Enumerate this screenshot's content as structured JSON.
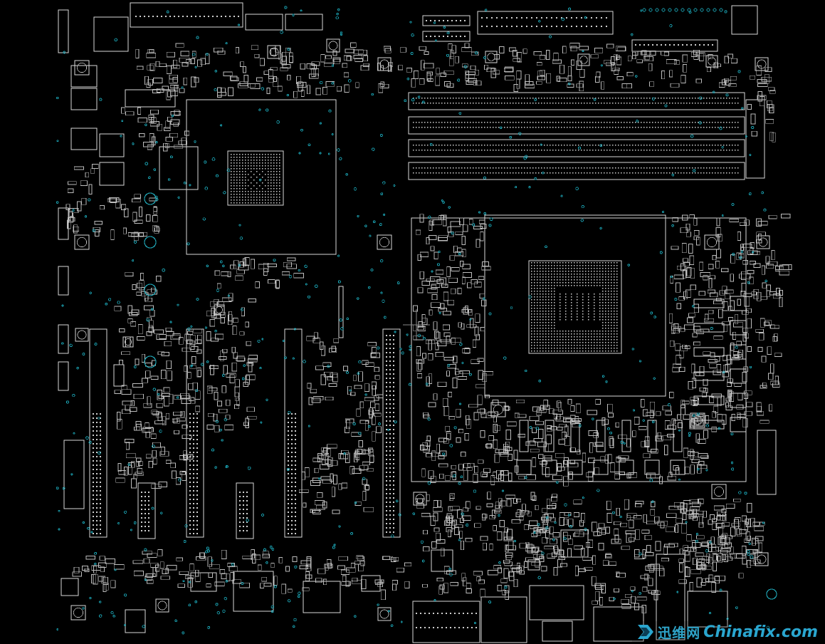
{
  "view": {
    "type": "pcb-boardview",
    "background": "#000000",
    "outline_color": "#d8d8d8",
    "via_color": "#1aa3b3"
  },
  "watermark": {
    "cn_text": "迅维网",
    "en_text": "Chinafix.com",
    "color": "#2aa6cf",
    "icon": "chinafix-logo-icon"
  }
}
